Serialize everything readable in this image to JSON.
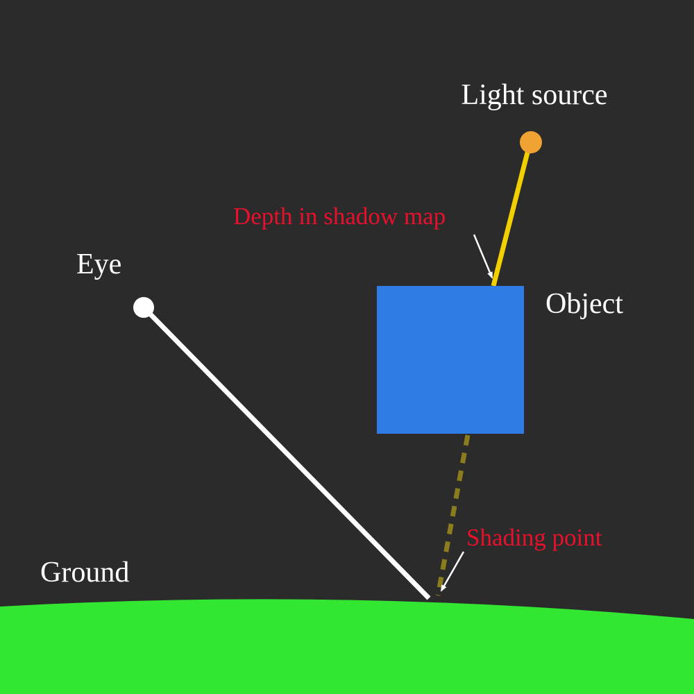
{
  "diagram": {
    "title": "Shadow mapping diagram",
    "labels": {
      "light_source": "Light source",
      "eye": "Eye",
      "object": "Object",
      "ground": "Ground",
      "depth_annotation": "Depth in shadow map",
      "shading_point_annotation": "Shading point"
    },
    "colors": {
      "background": "#2b2b2b",
      "ground_green": "#33e632",
      "object_blue": "#2e7ce4",
      "light_orange": "#f0a232",
      "light_ray_yellow": "#f2cf00",
      "occluded_ray_olive": "#8a7d1e",
      "annotation_red": "#e8112d",
      "white": "#ffffff"
    }
  }
}
